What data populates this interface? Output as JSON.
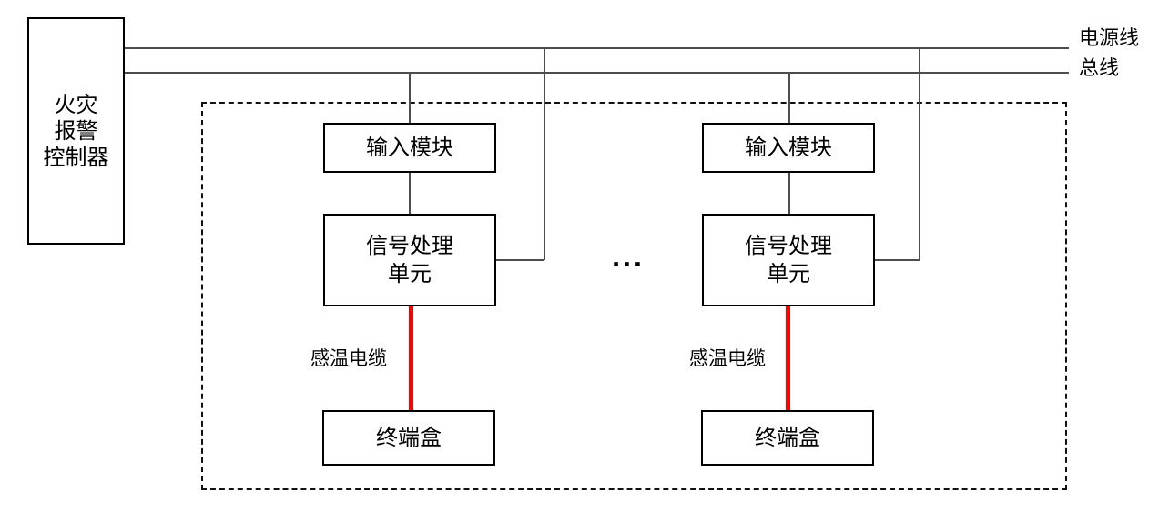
{
  "colors": {
    "cable": "#ff0000",
    "line": "#4d4d4d",
    "border": "#000000"
  },
  "controller": {
    "label": "火灾\n报警\n控制器"
  },
  "lines": {
    "power_label": "电源线",
    "bus_label": "总线"
  },
  "zone": {
    "ellipsis": "..."
  },
  "units": [
    {
      "input_module_label": "输入模块",
      "signal_unit_label": "信号处理\n单元",
      "cable_label": "感温电缆",
      "terminal_box_label": "终端盒"
    },
    {
      "input_module_label": "输入模块",
      "signal_unit_label": "信号处理\n单元",
      "cable_label": "感温电缆",
      "terminal_box_label": "终端盒"
    }
  ]
}
